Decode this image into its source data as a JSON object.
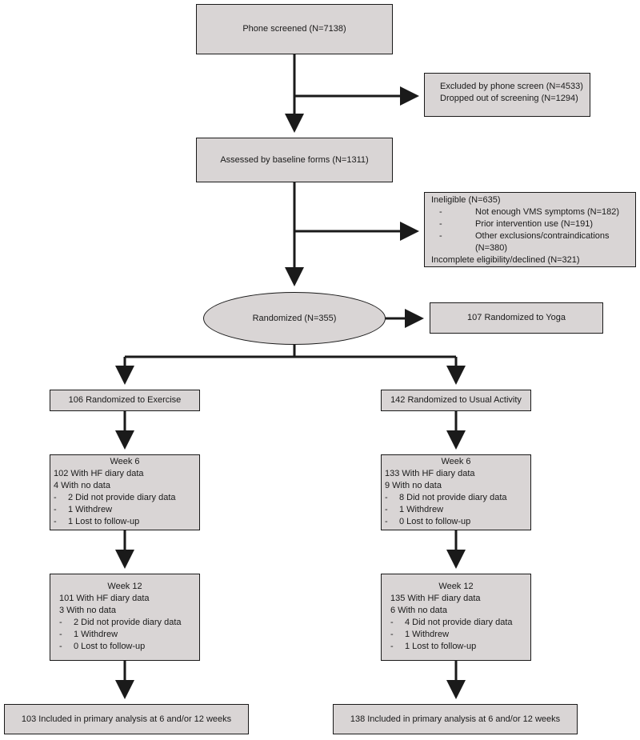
{
  "phone_screened": "Phone screened (N=7138)",
  "exclusion_1": {
    "lines": [
      "Excluded by phone screen (N=4533)",
      "Dropped out of screening (N=1294)"
    ]
  },
  "baseline": "Assessed by baseline forms (N=1311)",
  "exclusion_2": {
    "header": "Ineligible (N=635)",
    "items": [
      "Not enough VMS symptoms (N=182)",
      "Prior intervention use (N=191)",
      "Other exclusions/contraindications (N=380)"
    ],
    "footer": "Incomplete eligibility/declined (N=321)"
  },
  "randomized": "Randomized (N=355)",
  "yoga": "107 Randomized to Yoga",
  "exercise": {
    "allocation": "106 Randomized to Exercise",
    "week6": {
      "title": "Week 6",
      "lines": [
        "102 With HF diary data",
        "4 With no data"
      ],
      "items": [
        "2 Did not provide diary data",
        "1 Withdrew",
        "1 Lost to follow-up"
      ]
    },
    "week12": {
      "title": "Week 12",
      "lines": [
        "101 With HF diary data",
        "3 With no data"
      ],
      "items": [
        "2 Did not provide diary data",
        "1 Withdrew",
        "0 Lost to follow-up"
      ]
    },
    "analysis": "103 Included in primary analysis at 6 and/or 12 weeks"
  },
  "usual": {
    "allocation": "142 Randomized to Usual Activity",
    "week6": {
      "title": "Week 6",
      "lines": [
        "133 With HF diary data",
        "9 With no data"
      ],
      "items": [
        "8 Did not provide diary data",
        "1 Withdrew",
        "0 Lost to follow-up"
      ]
    },
    "week12": {
      "title": "Week 12",
      "lines": [
        "135 With HF diary data",
        "6 With no data"
      ],
      "items": [
        "4 Did not provide diary data",
        "1 Withdrew",
        "1 Lost to follow-up"
      ]
    },
    "analysis": "138 Included in primary analysis at 6 and/or 12 weeks"
  },
  "list_marker": "-",
  "colors": {
    "box_fill": "#d9d5d5",
    "stroke": "#1a1a1a"
  }
}
